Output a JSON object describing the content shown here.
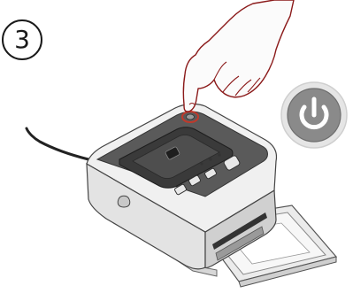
{
  "step": {
    "number": "3"
  },
  "illustration": {
    "subject": "printer-dock",
    "action": "press-power-button"
  },
  "colors": {
    "highlight_ring": "#c0392b",
    "hand_outline": "#8b1a1a",
    "power_button_bg": "#8a8a8a",
    "power_symbol": "#ffffff",
    "printer_body": "#e6e6e6",
    "printer_top": "#4a4a4a"
  }
}
